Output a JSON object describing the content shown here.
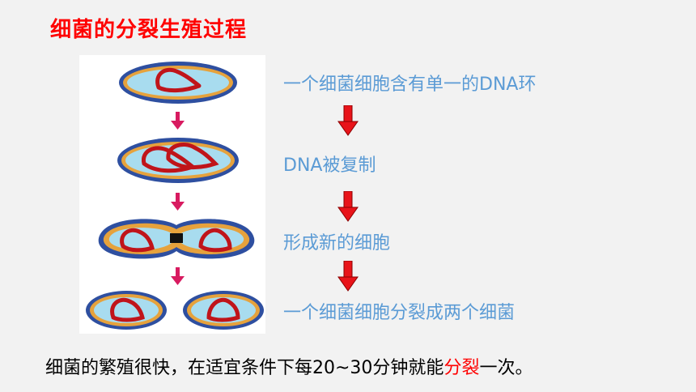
{
  "title": "细菌的分裂生殖过程",
  "steps": [
    {
      "label": "一个细菌细胞含有单一的DNA环"
    },
    {
      "label": "DNA被复制"
    },
    {
      "label": "形成新的细胞"
    },
    {
      "label": "一个细菌细胞分裂成两个细菌"
    }
  ],
  "footer": {
    "before": "细菌的繁殖很快，在适宜条件下每20~30分钟就能",
    "highlight": "分裂",
    "after": "一次。"
  },
  "colors": {
    "title": "#ff0000",
    "step_text": "#5b9bd5",
    "arrow": "#e8141a",
    "small_arrow": "#d81b60",
    "cell_outer": "#2e4fa0",
    "cell_ring": "#e6a23c",
    "cell_inner": "#a8dcef",
    "dna": "#c0141a"
  },
  "icons": {
    "step_arrow": "down-arrow-icon",
    "stage_arrow": "small-down-arrow-icon"
  }
}
